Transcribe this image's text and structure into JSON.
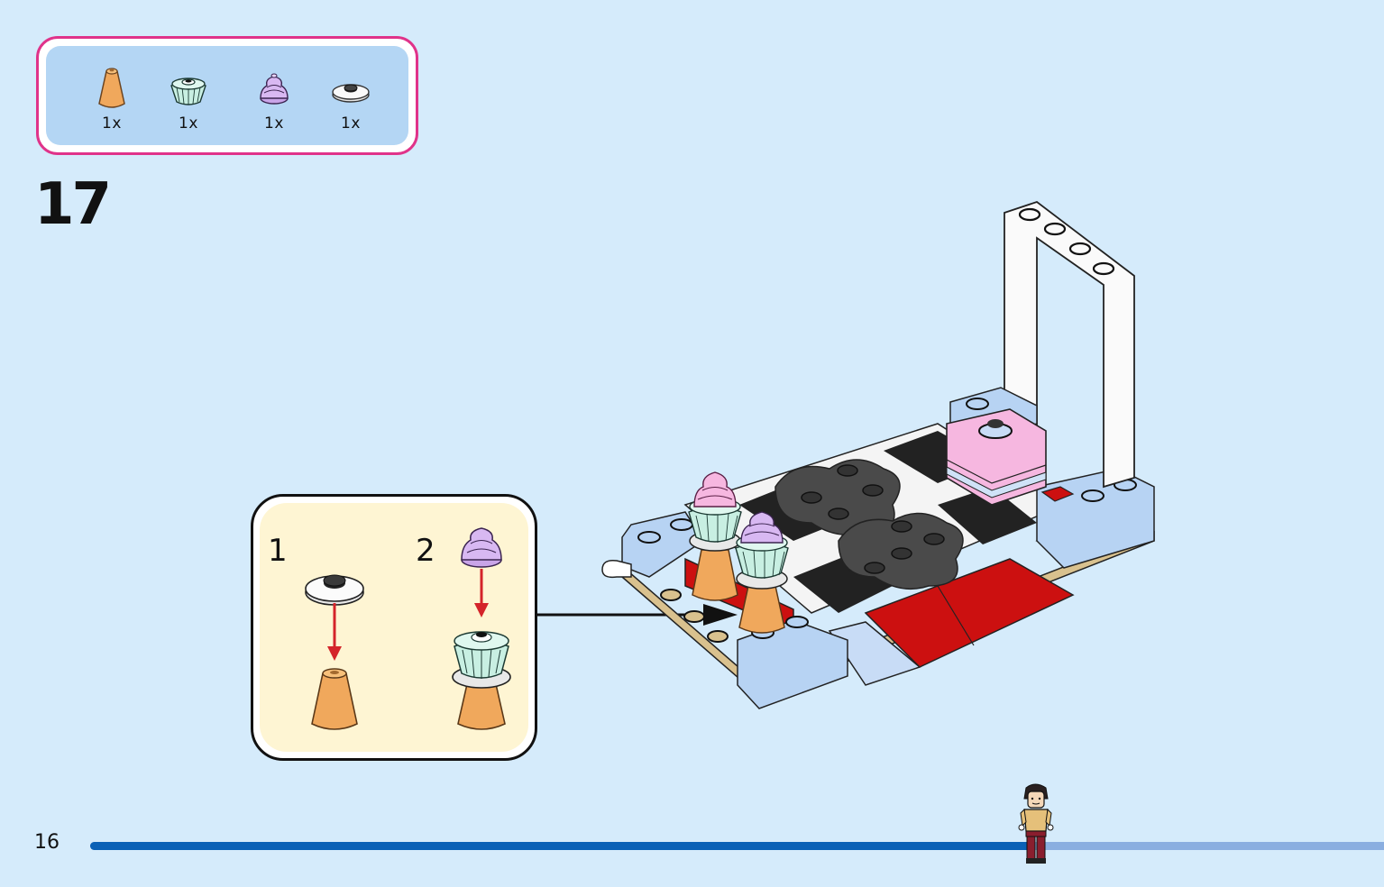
{
  "parts_list": {
    "items": [
      {
        "icon": "tan-cone-icon",
        "quantity": "1x"
      },
      {
        "icon": "mint-cupcake-liner-icon",
        "quantity": "1x"
      },
      {
        "icon": "lavender-cupcake-top-icon",
        "quantity": "1x"
      },
      {
        "icon": "white-round-plate-icon",
        "quantity": "1x"
      }
    ]
  },
  "step": {
    "number": "17"
  },
  "callout": {
    "substep_1": "1",
    "substep_2": "2"
  },
  "footer": {
    "page_number": "16",
    "progress": 0.727
  },
  "colors": {
    "background": "#d5ebfb",
    "parts_border": "#e0338a",
    "progress_fill": "#0a61b6",
    "progress_track": "#8aaee0",
    "callout_bg": "#fef5d3",
    "arrow_red": "#d4242a"
  }
}
